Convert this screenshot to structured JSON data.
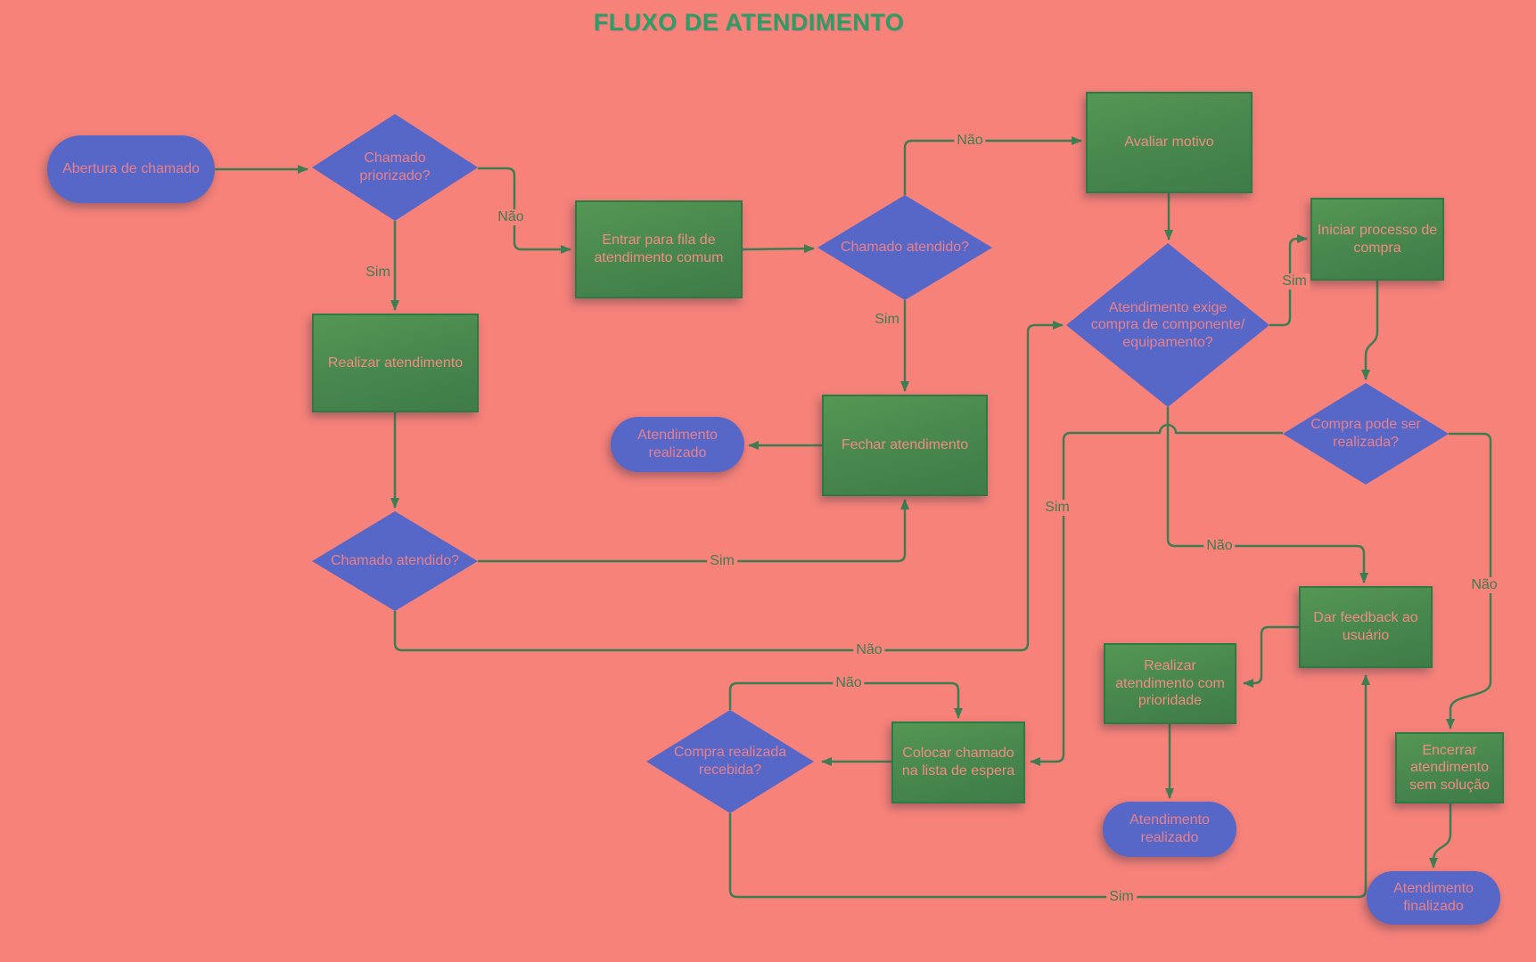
{
  "title": "FLUXO DE ATENDIMENTO",
  "colors": {
    "background": "#F6827A",
    "shape_blue": "#5667C8",
    "shape_green": "#4E9050",
    "shape_border_green": "#2D7A44",
    "connector_green": "#3E7D52",
    "title_green": "#2F9C63",
    "node_text_pink": "#F08C82"
  },
  "nodes": {
    "abertura": {
      "label": "Abertura de chamado",
      "type": "terminal"
    },
    "priorizado": {
      "label": "Chamado\npriorizado?",
      "type": "decision"
    },
    "fila": {
      "label": "Entrar para fila de\natendimento comum",
      "type": "process"
    },
    "atendido_topo": {
      "label": "Chamado atendido?",
      "type": "decision"
    },
    "avaliar": {
      "label": "Avaliar motivo",
      "type": "process"
    },
    "exige_compra": {
      "label": "Atendimento exige\ncompra de componente/\nequipamento?",
      "type": "decision"
    },
    "iniciar_compra": {
      "label": "Iniciar processo de\ncompra",
      "type": "process"
    },
    "compra_pode": {
      "label": "Compra pode ser\nrealizada?",
      "type": "decision"
    },
    "realizar": {
      "label": "Realizar atendimento",
      "type": "process"
    },
    "atendido_esq": {
      "label": "Chamado atendido?",
      "type": "decision"
    },
    "fechar": {
      "label": "Fechar atendimento",
      "type": "process"
    },
    "realizado_meio": {
      "label": "Atendimento\nrealizado",
      "type": "terminal"
    },
    "feedback": {
      "label": "Dar feedback ao\nusuário",
      "type": "process"
    },
    "prioridade": {
      "label": "Realizar\natendimento com\nprioridade",
      "type": "process"
    },
    "lista_espera": {
      "label": "Colocar chamado\nna lista de espera",
      "type": "process"
    },
    "compra_recebida": {
      "label": "Compra realizada\nrecebida?",
      "type": "decision"
    },
    "realizado_baixo": {
      "label": "Atendimento\nrealizado",
      "type": "terminal"
    },
    "encerrar": {
      "label": "Encerrar\natendimento\nsem solução",
      "type": "process"
    },
    "finalizado": {
      "label": "Atendimento\nfinalizado",
      "type": "terminal"
    }
  },
  "edges": [
    {
      "from": "abertura",
      "to": "priorizado",
      "label": ""
    },
    {
      "from": "priorizado",
      "to": "fila",
      "label": "Não"
    },
    {
      "from": "priorizado",
      "to": "realizar",
      "label": "Sim"
    },
    {
      "from": "fila",
      "to": "atendido_topo",
      "label": ""
    },
    {
      "from": "atendido_topo",
      "to": "avaliar",
      "label": "Não"
    },
    {
      "from": "atendido_topo",
      "to": "fechar",
      "label": "Sim"
    },
    {
      "from": "fechar",
      "to": "realizado_meio",
      "label": ""
    },
    {
      "from": "realizar",
      "to": "atendido_esq",
      "label": ""
    },
    {
      "from": "atendido_esq",
      "to": "fechar",
      "label": "Sim"
    },
    {
      "from": "atendido_esq",
      "to": "exige_compra",
      "label": "Não"
    },
    {
      "from": "avaliar",
      "to": "exige_compra",
      "label": ""
    },
    {
      "from": "exige_compra",
      "to": "iniciar_compra",
      "label": "Sim"
    },
    {
      "from": "iniciar_compra",
      "to": "compra_pode",
      "label": ""
    },
    {
      "from": "exige_compra",
      "to": "feedback",
      "label": "Não"
    },
    {
      "from": "compra_pode",
      "to": "lista_espera",
      "label": "Sim"
    },
    {
      "from": "lista_espera",
      "to": "compra_recebida",
      "label": ""
    },
    {
      "from": "compra_recebida",
      "to": "lista_espera",
      "label": "Não"
    },
    {
      "from": "compra_recebida",
      "to": "feedback",
      "label": "Sim"
    },
    {
      "from": "feedback",
      "to": "prioridade",
      "label": ""
    },
    {
      "from": "prioridade",
      "to": "realizado_baixo",
      "label": ""
    },
    {
      "from": "compra_pode",
      "to": "encerrar",
      "label": "Não"
    },
    {
      "from": "encerrar",
      "to": "finalizado",
      "label": ""
    }
  ]
}
